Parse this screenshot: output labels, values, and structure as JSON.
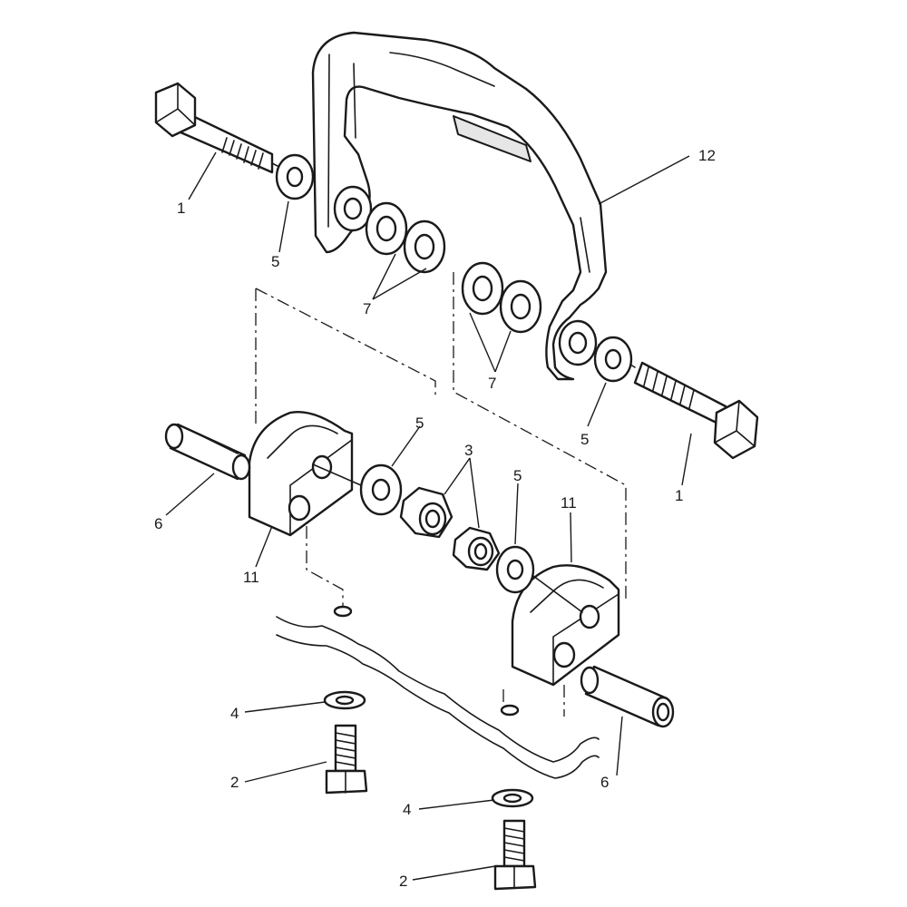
{
  "figure": {
    "callouts": [
      {
        "part": "bolt",
        "label": "1"
      },
      {
        "part": "bolt",
        "label": "1"
      },
      {
        "part": "screw",
        "label": "2"
      },
      {
        "part": "screw",
        "label": "2"
      },
      {
        "part": "nut",
        "label": "3"
      },
      {
        "part": "lock-washer",
        "label": "4"
      },
      {
        "part": "lock-washer",
        "label": "4"
      },
      {
        "part": "washer",
        "label": "5"
      },
      {
        "part": "washer",
        "label": "5"
      },
      {
        "part": "washer",
        "label": "5"
      },
      {
        "part": "washer",
        "label": "5"
      },
      {
        "part": "sleeve",
        "label": "6"
      },
      {
        "part": "sleeve",
        "label": "6"
      },
      {
        "part": "spacer-washers",
        "label": "7"
      },
      {
        "part": "spacer-washers",
        "label": "7"
      },
      {
        "part": "bracket-block",
        "label": "11"
      },
      {
        "part": "bracket-block",
        "label": "11"
      },
      {
        "part": "handle-frame",
        "label": "12"
      }
    ]
  }
}
